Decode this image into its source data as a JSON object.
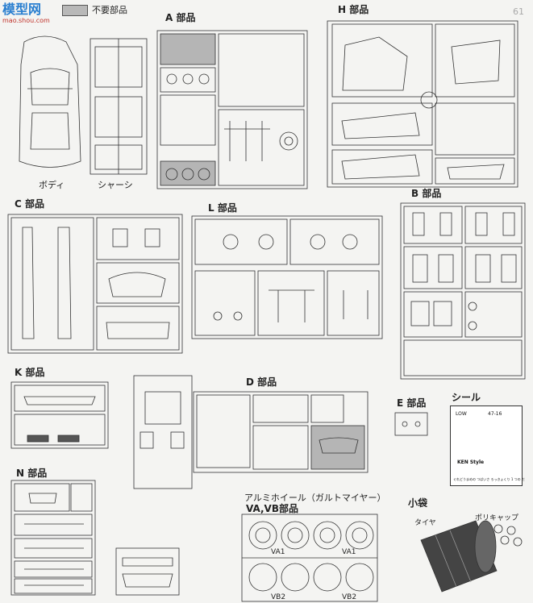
{
  "logo": {
    "name": "模型网",
    "url": "mao.shou.com"
  },
  "legend": {
    "unused_parts": "不要部品"
  },
  "groups": {
    "body": "ボディ",
    "chassis": "シャーシ",
    "A": "A 部品",
    "H": "H 部品",
    "C": "C 部品",
    "L": "L 部品",
    "B": "B 部品",
    "K": "K 部品",
    "D": "D 部品",
    "E": "E 部品",
    "seal": "シール",
    "N": "N 部品",
    "wheels_note": "アルミホイール（ガルトマイヤー）",
    "VAVB": "VA,VB部品",
    "bag": "小袋",
    "tire": "タイヤ",
    "polycap": "ポリキャップ"
  },
  "wheel_labels": [
    "VA1",
    "VA1",
    "VB2",
    "VB2"
  ],
  "page_mark": "61",
  "seal_texts": [
    "LOW",
    "47-16",
    "KEN Style",
    "ぐれどうまめの つばいさ ろっきょくり 1 つの だ"
  ]
}
